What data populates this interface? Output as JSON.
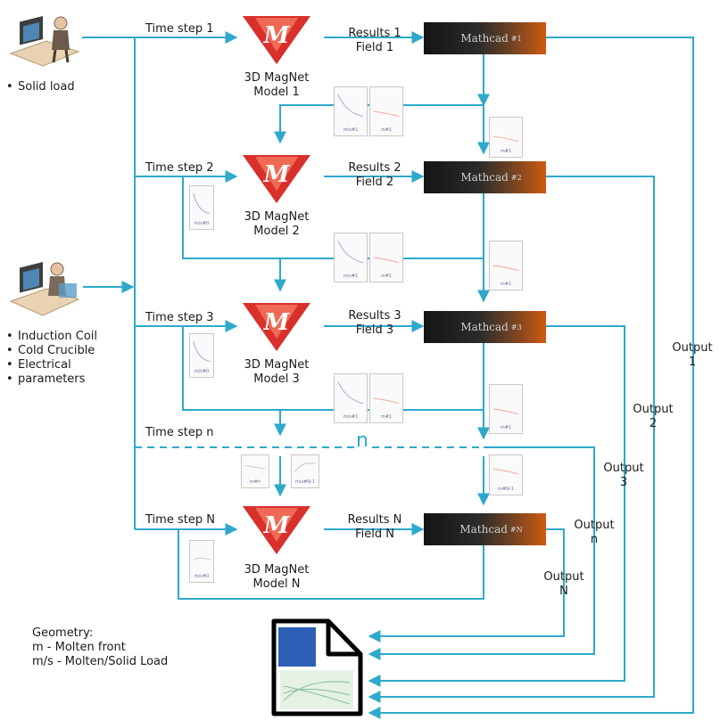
{
  "inputs": {
    "solid_bullets": [
      "Solid load"
    ],
    "coil_bullets": [
      "Induction Coil",
      "Cold Crucible",
      "Electrical",
      "parameters"
    ]
  },
  "stages": [
    {
      "time_step": "Time step 1",
      "model_line1": "3D MagNet",
      "model_line2": "Model 1",
      "results": "Results 1",
      "field": "Field 1",
      "mathcad": "Mathcad",
      "mathcad_tag": "#1"
    },
    {
      "time_step": "Time step 2",
      "model_line1": "3D MagNet",
      "model_line2": "Model 2",
      "results": "Results 2",
      "field": "Field 2",
      "mathcad": "Mathcad",
      "mathcad_tag": "#2"
    },
    {
      "time_step": "Time step 3",
      "model_line1": "3D MagNet",
      "model_line2": "Model 3",
      "results": "Results 3",
      "field": "Field 3",
      "mathcad": "Mathcad",
      "mathcad_tag": "#3"
    },
    {
      "time_step": "Time step N",
      "model_line1": "3D MagNet",
      "model_line2": "Model N",
      "results": "Results N",
      "field": "Field N",
      "mathcad": "Mathcad",
      "mathcad_tag": "#N"
    }
  ],
  "step_n": {
    "label": "Time step n",
    "marker": "n"
  },
  "thumbs": {
    "ms": "m/s#1",
    "m": "m#1",
    "sm": "m/s#0",
    "mn1": "m#N-1",
    "mn": "m#n",
    "msn": "m/s#N-1"
  },
  "outputs": [
    {
      "line1": "Output",
      "line2": "1"
    },
    {
      "line1": "Output",
      "line2": "2"
    },
    {
      "line1": "Output",
      "line2": "3"
    },
    {
      "line1": "Output",
      "line2": "n"
    },
    {
      "line1": "Output",
      "line2": "N"
    }
  ],
  "geometry": {
    "title": "Geometry:",
    "line1": "m - Molten front",
    "line2": "m/s - Molten/Solid Load"
  },
  "colors": {
    "arrow": "#2ea9cc",
    "magnet_red": "#d9302c",
    "mathcad_orange": "#d05a12"
  }
}
